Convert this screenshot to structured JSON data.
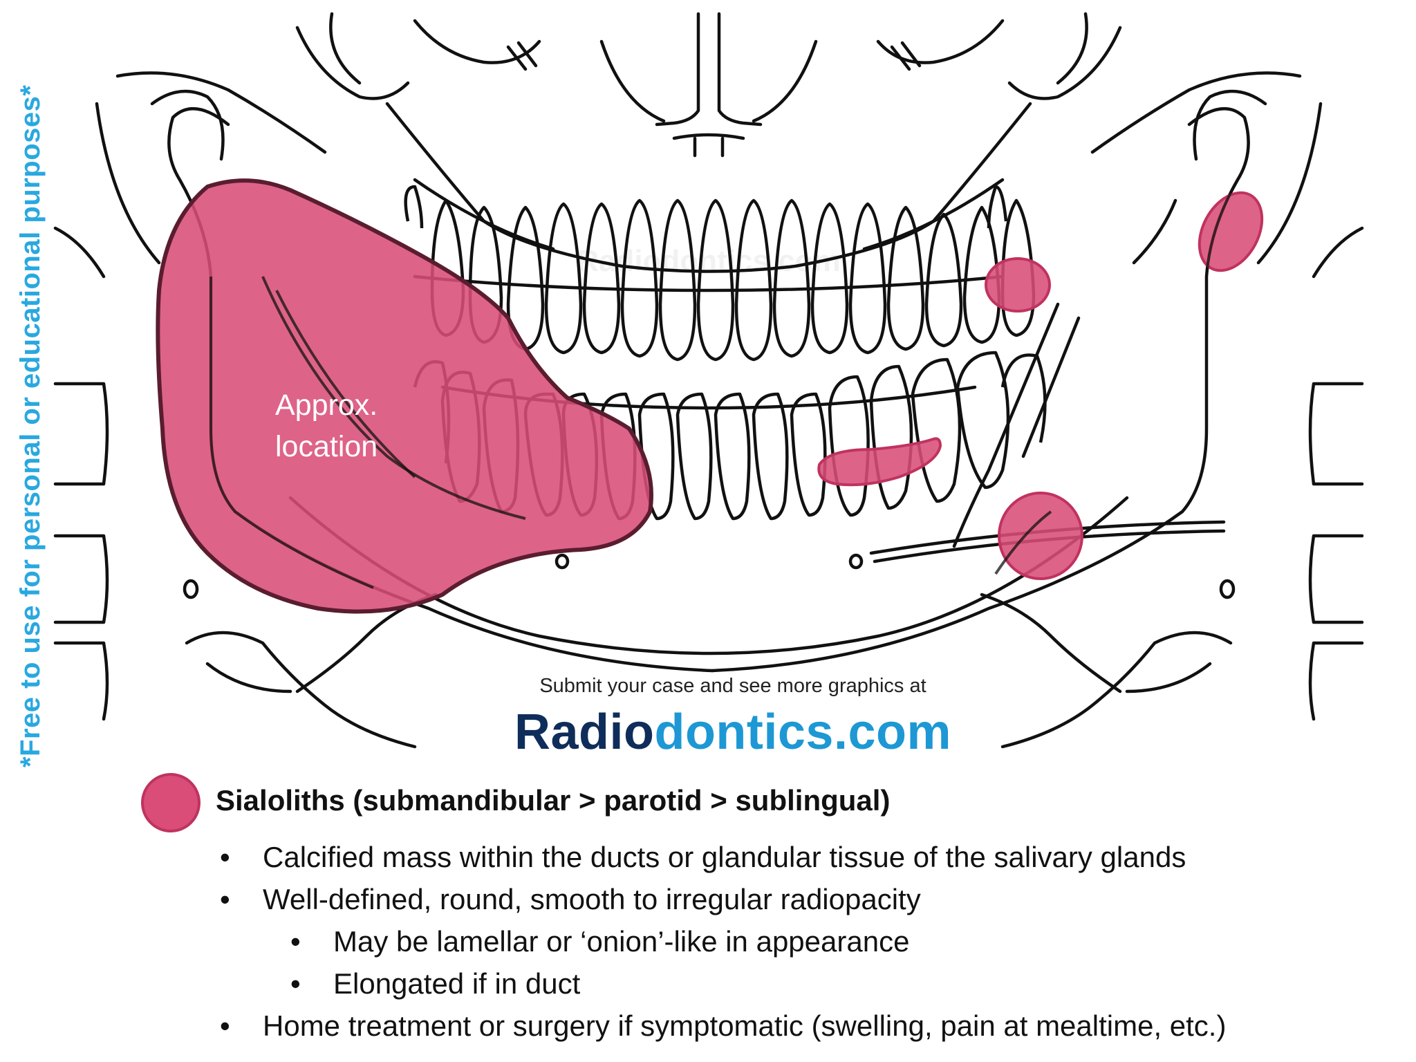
{
  "side_note": "*Free to use for personal or educational purposes*",
  "overlay_label": {
    "line1": "Approx.",
    "line2": "location"
  },
  "watermark": "Radiodontics.com",
  "footer": {
    "submit_text": "Submit your case and see more graphics at",
    "brand_part1": "Radio",
    "brand_part2": "dontics.com"
  },
  "legend": {
    "title": "Sialoliths (submandibular > parotid > sublingual)",
    "bullets": [
      {
        "level": 1,
        "text": "Calcified mass within the ducts or glandular tissue of the salivary glands"
      },
      {
        "level": 1,
        "text": "Well-defined, round, smooth to irregular radiopacity"
      },
      {
        "level": 2,
        "text": "May be lamellar or ‘onion’-like in appearance"
      },
      {
        "level": 2,
        "text": "Elongated if in duct"
      },
      {
        "level": 1,
        "text": "Home treatment or surgery if symptomatic (swelling, pain at mealtime, etc.)"
      }
    ]
  },
  "colors": {
    "lesion_fill": "#d94d78",
    "lesion_stroke": "#c0335f",
    "gland_outline": "#5a1d30",
    "line_art": "#111111",
    "side_note": "#29a8e0",
    "brand_dark": "#0f2d5a",
    "brand_light": "#1d98d4"
  }
}
